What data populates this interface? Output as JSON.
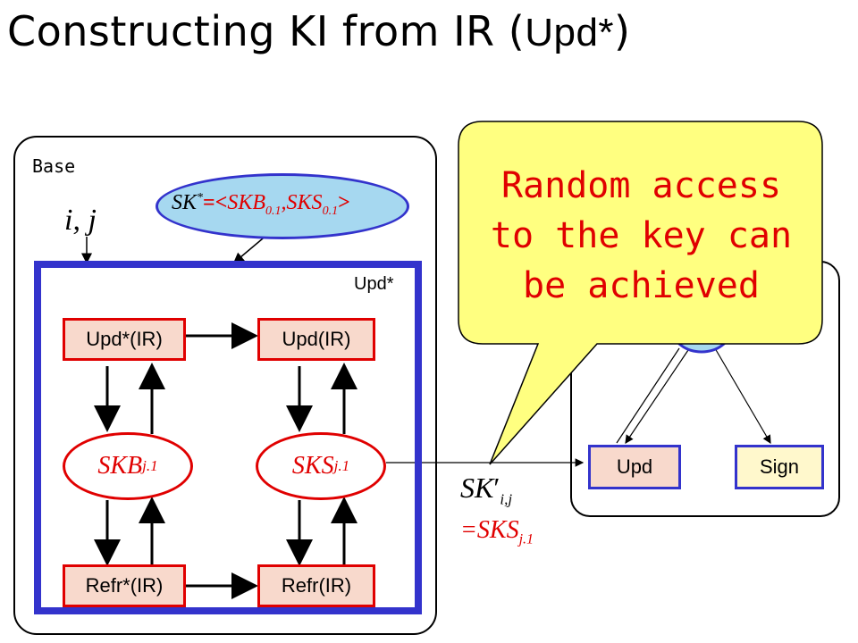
{
  "title": {
    "main": "Constructing KI from IR (",
    "upd": "Upd*",
    "close": ")"
  },
  "base": {
    "label": "Base",
    "inputs": "i, j"
  },
  "sk_star": {
    "prefix": "SK",
    "star": "*",
    "eq": "=<",
    "skb": "SKB",
    "skb_sub": "0.1",
    "comma": ",",
    "sks": "SKS",
    "sks_sub": "0.1",
    "close": ">"
  },
  "upd_star": {
    "label": "Upd*"
  },
  "boxes": {
    "upd_star_ir": "Upd*(IR)",
    "upd_ir": "Upd(IR)",
    "refr_star_ir": "Refr*(IR)",
    "refr_ir": "Refr(IR)"
  },
  "ellipses": {
    "skb": "SKB",
    "skb_sub": "j.1",
    "sks": "SKS",
    "sks_sub": "j.1"
  },
  "right": {
    "upd": "Upd",
    "sign": "Sign"
  },
  "sk_prime": {
    "sk": "SK",
    "prime": "′",
    "sub": "i,j",
    "eq": "=SKS",
    "eq_sub": "j.1"
  },
  "callout": {
    "text": "Random access to the key can be achieved"
  },
  "colors": {
    "accent_red": "#e00000",
    "blue": "#3333cc",
    "callout_bg": "#ffff80",
    "sk_star_bg": "#a6d8f0",
    "box_fill": "#f8d9cc",
    "sign_fill": "#fff8cc"
  }
}
